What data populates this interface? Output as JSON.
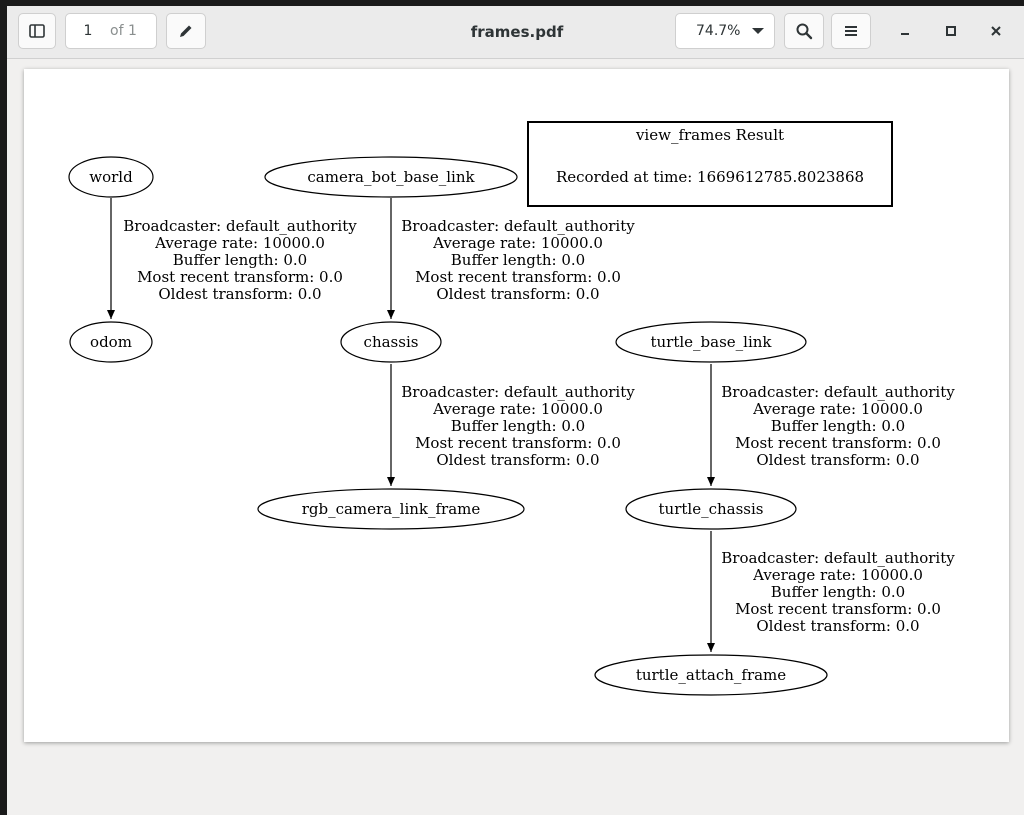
{
  "window": {
    "title": "frames.pdf",
    "page_current": "1",
    "page_of": "of 1",
    "zoom": "74.7%"
  },
  "icons": [
    "sidebar-toggle-icon",
    "pencil-icon",
    "chevron-down-icon",
    "search-icon",
    "hamburger-menu-icon",
    "minimize-icon",
    "maximize-icon",
    "close-icon"
  ],
  "graph": {
    "result_box": {
      "title": "view_frames Result",
      "recorded": "Recorded at time: 1669612785.8023868"
    },
    "nodes": {
      "world": "world",
      "odom": "odom",
      "camera_bot_base_link": "camera_bot_base_link",
      "chassis": "chassis",
      "rgb_camera_link_frame": "rgb_camera_link_frame",
      "turtle_base_link": "turtle_base_link",
      "turtle_chassis": "turtle_chassis",
      "turtle_attach_frame": "turtle_attach_frame"
    },
    "edges": {
      "world_odom": {
        "broadcaster": "Broadcaster: default_authority",
        "rate": "Average rate: 10000.0",
        "buffer": "Buffer length: 0.0",
        "recent": "Most recent transform: 0.0",
        "oldest": "Oldest transform: 0.0"
      },
      "camera_chassis": {
        "broadcaster": "Broadcaster: default_authority",
        "rate": "Average rate: 10000.0",
        "buffer": "Buffer length: 0.0",
        "recent": "Most recent transform: 0.0",
        "oldest": "Oldest transform: 0.0"
      },
      "chassis_rgb": {
        "broadcaster": "Broadcaster: default_authority",
        "rate": "Average rate: 10000.0",
        "buffer": "Buffer length: 0.0",
        "recent": "Most recent transform: 0.0",
        "oldest": "Oldest transform: 0.0"
      },
      "turtlebase_turtlechassis": {
        "broadcaster": "Broadcaster: default_authority",
        "rate": "Average rate: 10000.0",
        "buffer": "Buffer length: 0.0",
        "recent": "Most recent transform: 0.0",
        "oldest": "Oldest transform: 0.0"
      },
      "turtlechassis_attach": {
        "broadcaster": "Broadcaster: default_authority",
        "rate": "Average rate: 10000.0",
        "buffer": "Buffer length: 0.0",
        "recent": "Most recent transform: 0.0",
        "oldest": "Oldest transform: 0.0"
      }
    }
  }
}
